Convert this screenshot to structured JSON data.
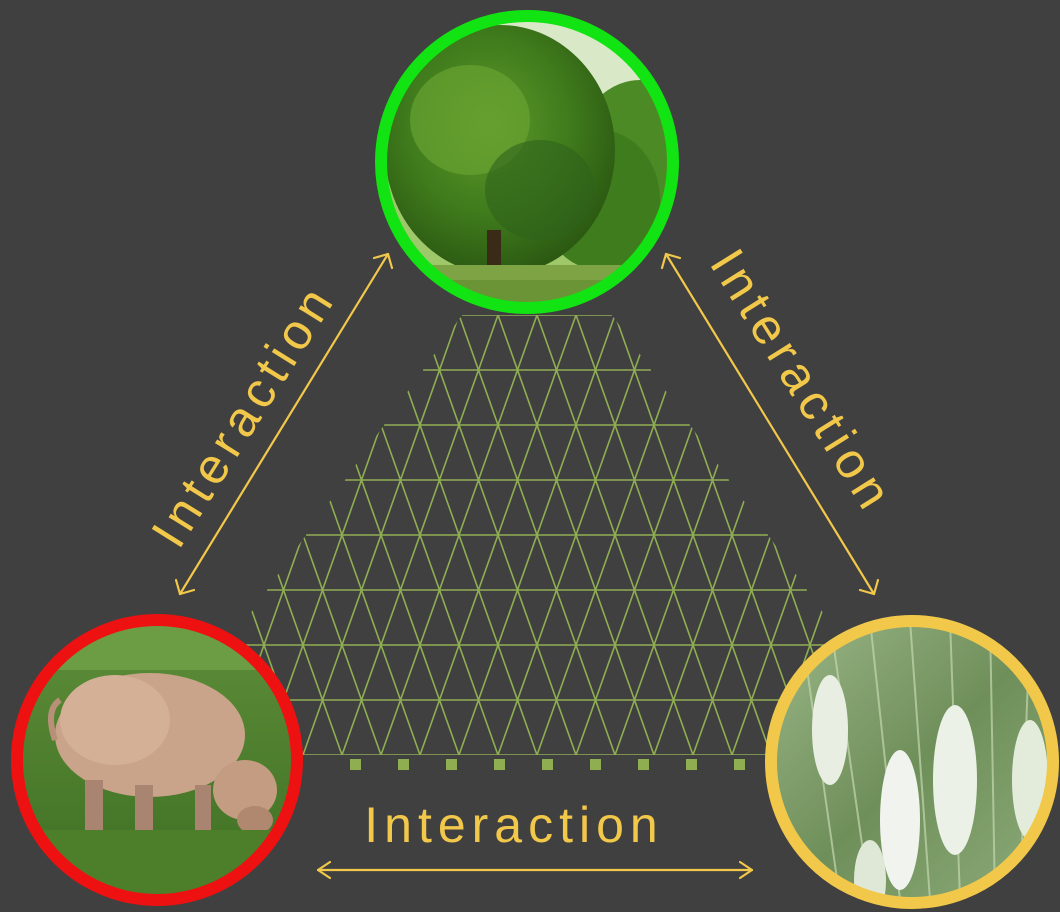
{
  "colors": {
    "background": "#404040",
    "grid": "#8fae52",
    "interaction": "#f2c84b",
    "tree_ring": "#12e312",
    "pig_ring": "#ee1111",
    "wheat_ring": "#f2c84b"
  },
  "nodes": {
    "tree": {
      "icon": "tree-photo",
      "ring_color": "#12e312"
    },
    "pig": {
      "icon": "pig-photo",
      "ring_color": "#ee1111"
    },
    "wheat": {
      "icon": "wheat-photo",
      "ring_color": "#f2c84b"
    }
  },
  "interactions": {
    "left": {
      "label": "Interaction"
    },
    "right": {
      "label": "Interaction"
    },
    "bottom": {
      "label": "Interaction"
    }
  }
}
